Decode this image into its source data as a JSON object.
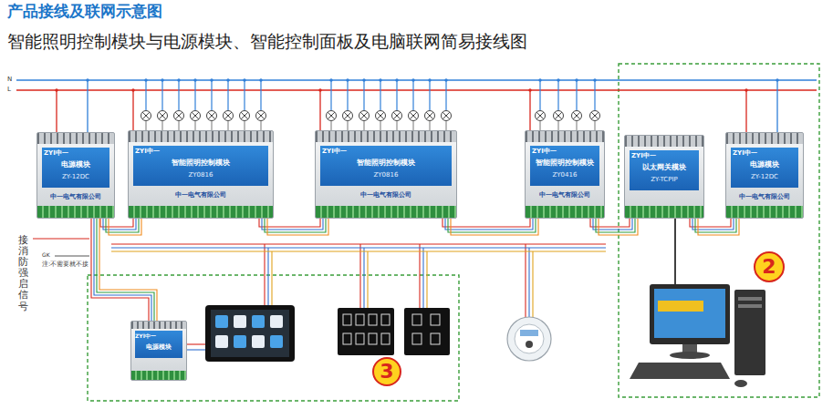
{
  "diagram": {
    "title": "产品接线及联网示意图",
    "caption": "智能照明控制模块与电源模块、智能控制面板及电脑联网简易接线图",
    "nodes": [
      {
        "text": [
          "ZYI中一",
          "电源模块",
          "ZY-12DC",
          "中一电气有限公司"
        ]
      },
      {
        "text": [
          "ZYI中一",
          "智能照明控制模块",
          "ZY0816",
          "中一电气有限公司"
        ]
      },
      {
        "text": [
          "ZYI中一",
          "智能照明控制模块",
          "ZY0816",
          "中一电气有限公司"
        ]
      },
      {
        "text": [
          "ZYI中一",
          "智能照明控制模块",
          "ZY0416",
          "中一电气有限公司"
        ]
      },
      {
        "text": [
          "ZYI中一",
          "以太网关模块",
          "ZY-TCPIP"
        ]
      },
      {
        "text": [
          "ZYI中一",
          "电源模块",
          "ZY-12DC",
          "中一电气有限公司"
        ]
      },
      {
        "text": [
          "2"
        ]
      },
      {
        "text": [
          "ZYI中一",
          "电源模块"
        ]
      },
      {
        "text": [
          "3"
        ]
      }
    ],
    "edges": [
      {
        "from": 0,
        "to": 1,
        "arrow": "none"
      },
      {
        "from": 1,
        "to": 2,
        "arrow": "none"
      },
      {
        "from": 2,
        "to": 3,
        "arrow": "none"
      },
      {
        "from": 3,
        "to": 4,
        "arrow": "none"
      },
      {
        "from": 4,
        "to": 5,
        "arrow": "none"
      },
      {
        "from": 0,
        "to": 7,
        "arrow": "none"
      }
    ],
    "labels": [
      "N",
      "L",
      "接消防强启信号",
      "GK",
      "注:不需要就不接"
    ]
  }
}
